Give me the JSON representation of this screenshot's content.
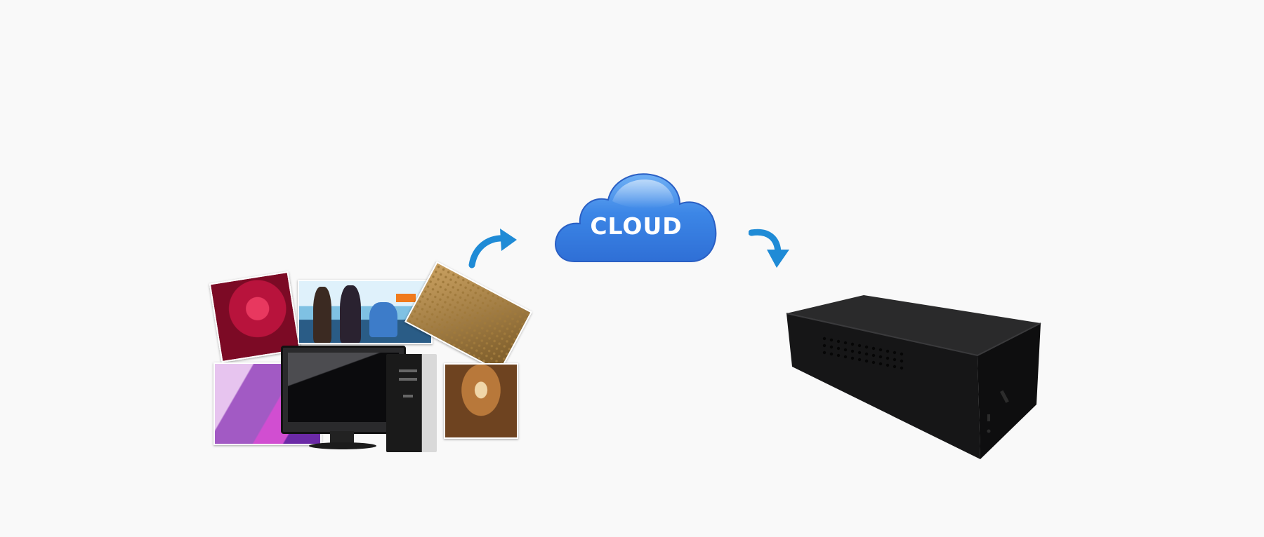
{
  "diagram": {
    "cloud": {
      "label": "CLOUD",
      "color": "#3a7fe0"
    },
    "arrow_color": "#1f8bd6",
    "nodes": [
      {
        "role": "source",
        "icon": "desktop-pc-with-photo-collage-icon"
      },
      {
        "role": "cloud",
        "icon": "cloud-icon"
      },
      {
        "role": "destination",
        "icon": "media-player-box-icon"
      }
    ],
    "background": "#f9f9f9"
  }
}
